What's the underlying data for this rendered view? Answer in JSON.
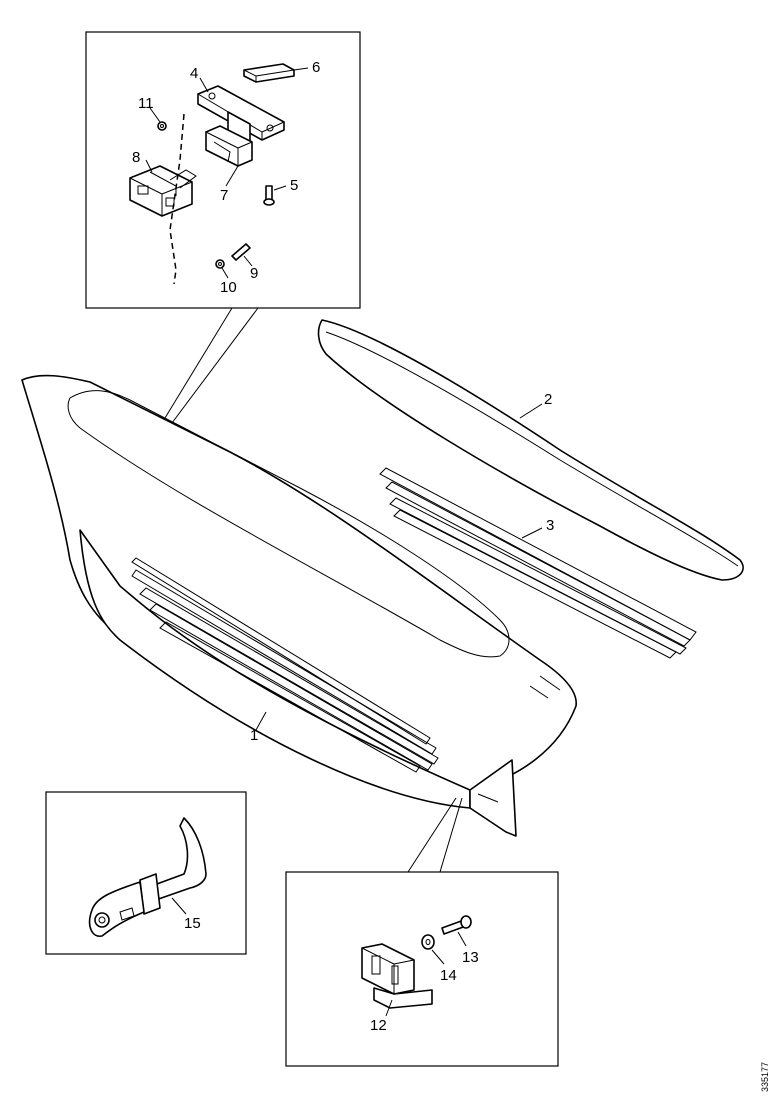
{
  "callouts": {
    "c1": "1",
    "c2": "2",
    "c3": "3",
    "c4": "4",
    "c5": "5",
    "c6": "6",
    "c7": "7",
    "c8": "8",
    "c9": "9",
    "c10": "10",
    "c11": "11",
    "c12": "12",
    "c13": "13",
    "c14": "14",
    "c15": "15"
  },
  "reference_number": "335177"
}
